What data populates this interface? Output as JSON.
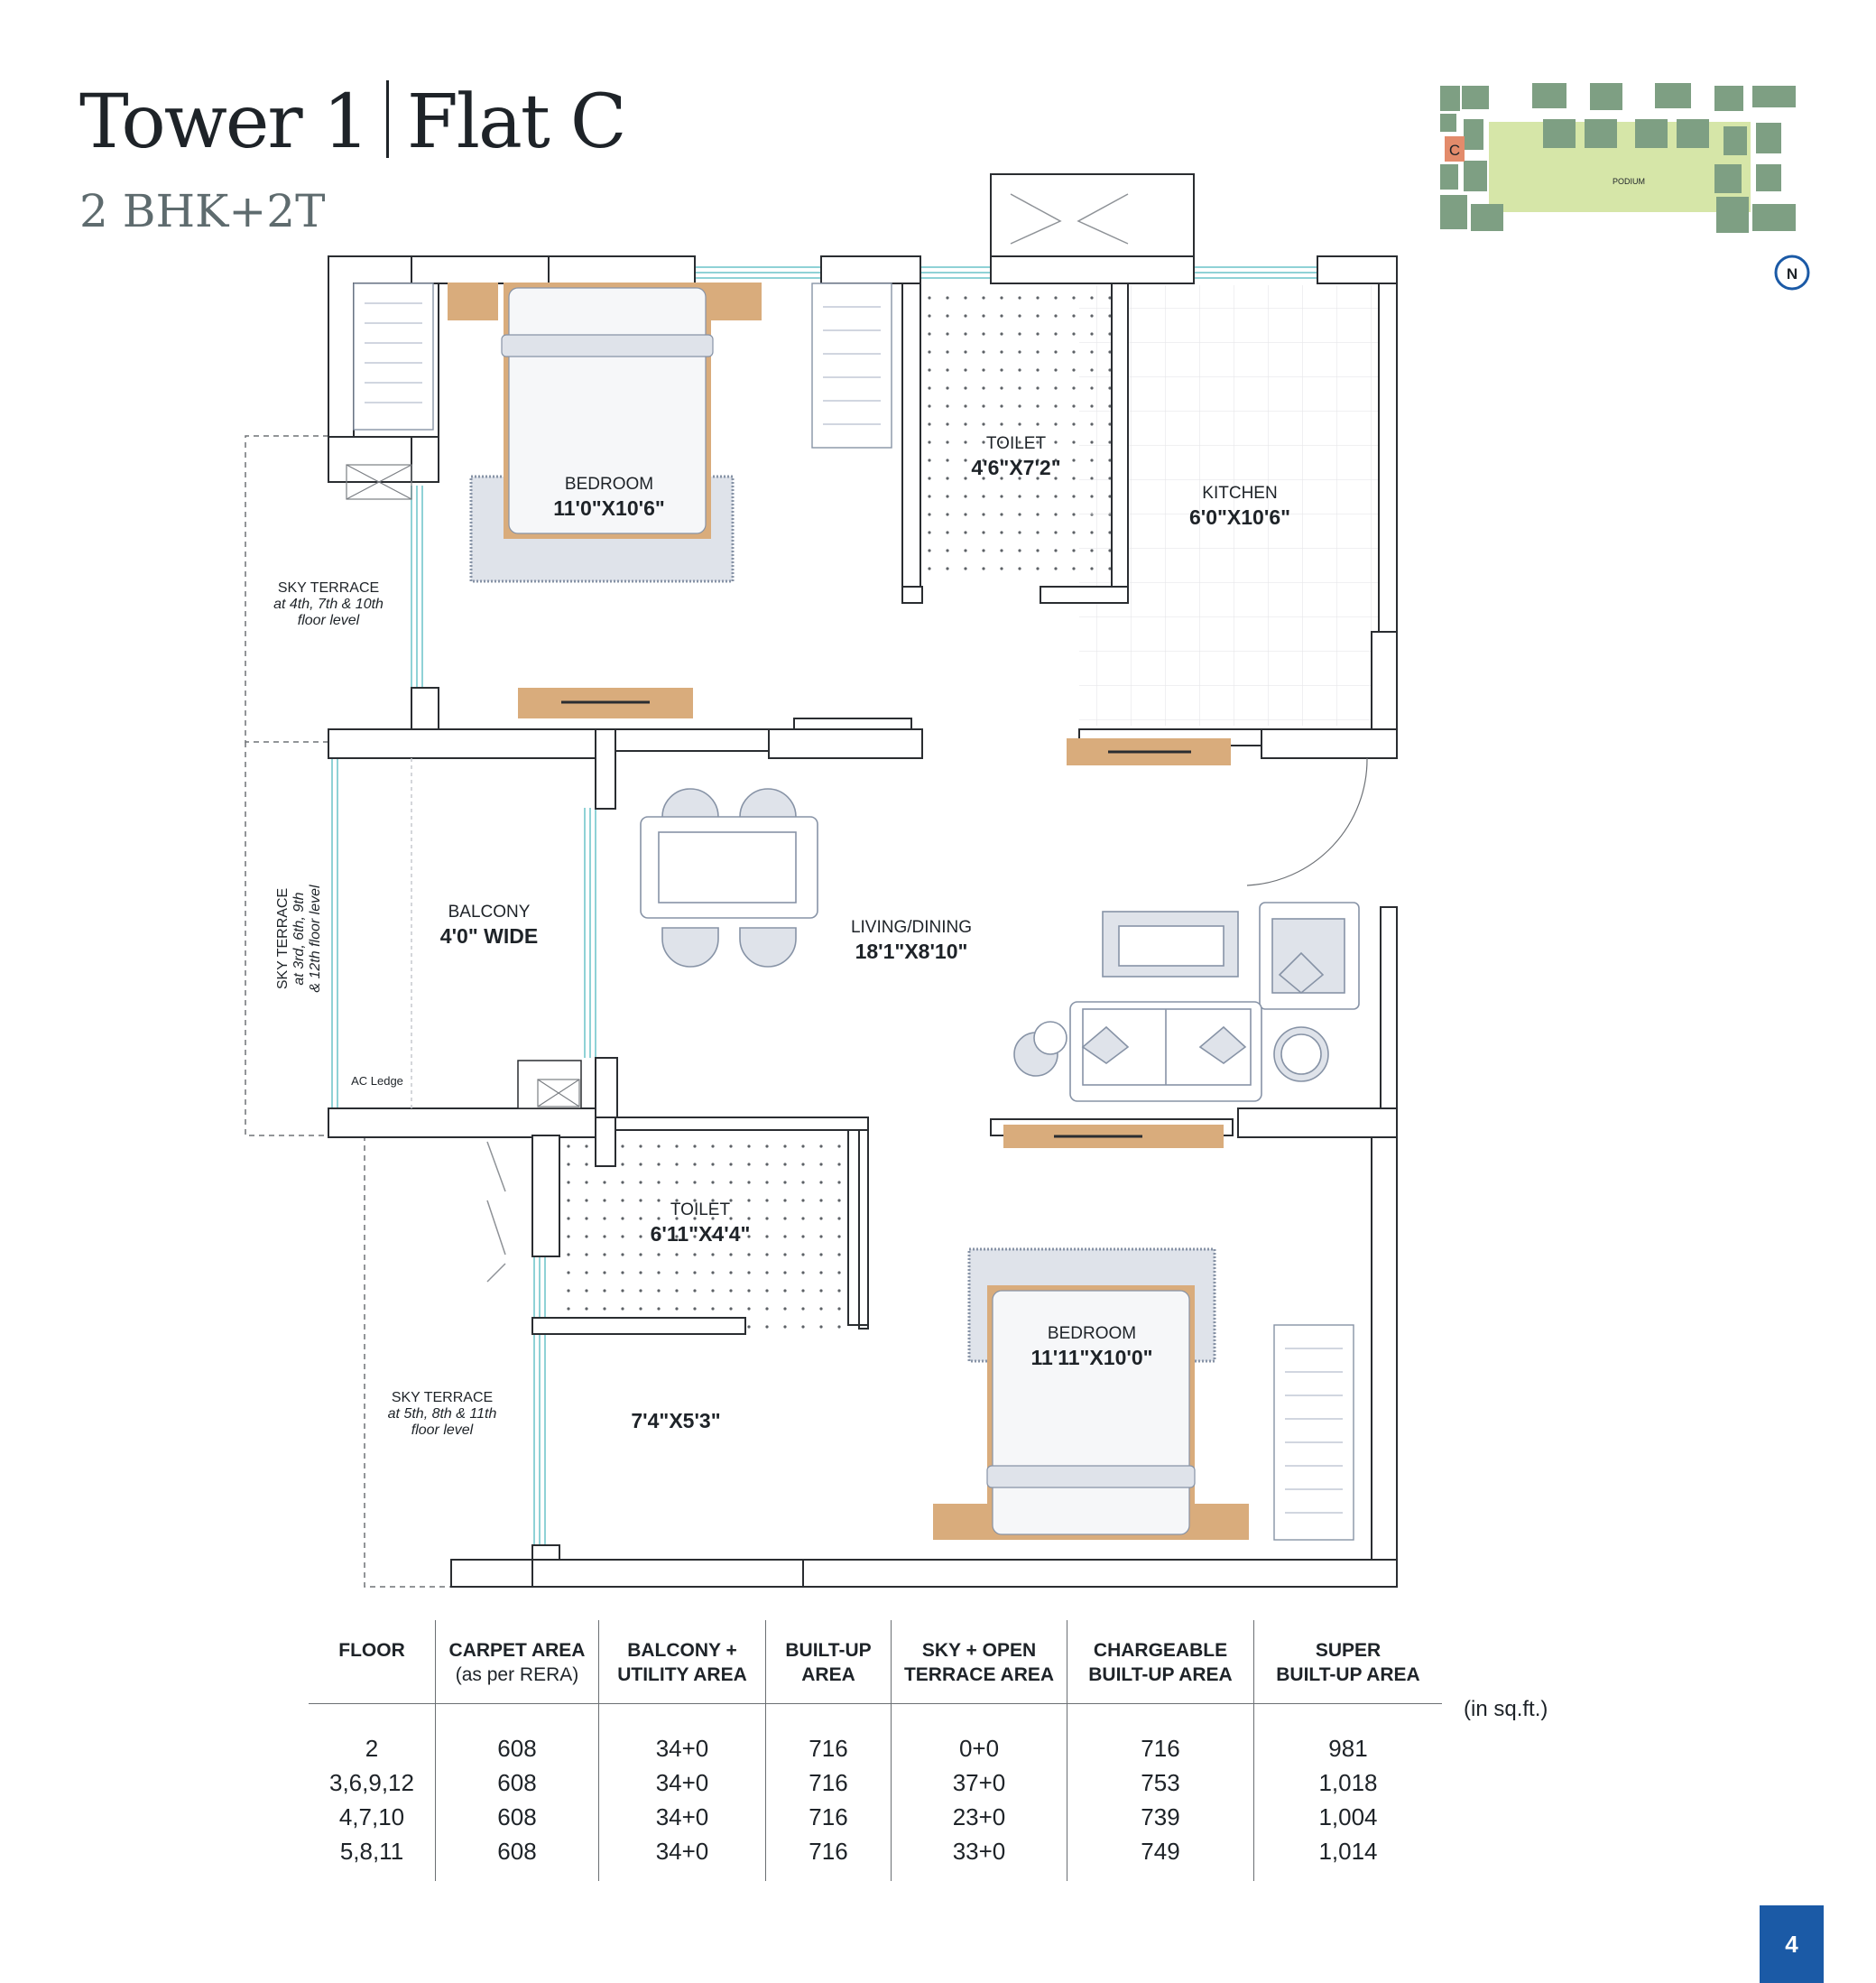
{
  "header": {
    "tower": "Tower 1",
    "flat": "Flat C",
    "config": "2 BHK+2T"
  },
  "key_plan": {
    "podium_label": "PODIUM",
    "flat_marker": "C",
    "north_label": "N"
  },
  "rooms": {
    "bedroom1": {
      "name": "BEDROOM",
      "size": "11'0\"X10'6\""
    },
    "toilet1": {
      "name": "TOILET",
      "size": "4'6\"X7'2\""
    },
    "kitchen": {
      "name": "KITCHEN",
      "size": "6'0\"X10'6\""
    },
    "balcony": {
      "name": "BALCONY",
      "size": "4'0\" WIDE"
    },
    "living": {
      "name": "LIVING/DINING",
      "size": "18'1\"X8'10\""
    },
    "toilet2": {
      "name": "TOILET",
      "size": "6'11\"X4'4\""
    },
    "bedroom2": {
      "name": "BEDROOM",
      "size": "11'11\"X10'0\""
    },
    "utility": {
      "size": "7'4\"X5'3\""
    }
  },
  "sky_terraces": {
    "t1": {
      "line1": "SKY TERRACE",
      "line2": "at 4th, 7th & 10th",
      "line3": "floor level"
    },
    "t2": {
      "line1": "SKY TERRACE",
      "line2": "at 3rd, 6th, 9th",
      "line3": "& 12th floor level"
    },
    "t3": {
      "line1": "SKY TERRACE",
      "line2": "at 5th, 8th & 11th",
      "line3": "floor level"
    }
  },
  "ac_ledge": "AC Ledge",
  "area_table": {
    "headers": {
      "floor": "FLOOR",
      "carpet": "CARPET AREA",
      "carpet_sub": "(as per RERA)",
      "balcony_l1": "BALCONY +",
      "balcony_l2": "UTILITY AREA",
      "builtup_l1": "BUILT-UP",
      "builtup_l2": "AREA",
      "sky_l1": "SKY + OPEN",
      "sky_l2": "TERRACE AREA",
      "charge_l1": "CHARGEABLE",
      "charge_l2": "BUILT-UP AREA",
      "super_l1": "SUPER",
      "super_l2": "BUILT-UP AREA"
    },
    "unit": "(in sq.ft.)",
    "rows": [
      {
        "floor": "2",
        "carpet": "608",
        "balcony": "34+0",
        "builtup": "716",
        "terrace": "0+0",
        "chargeable": "716",
        "super": "981"
      },
      {
        "floor": "3,6,9,12",
        "carpet": "608",
        "balcony": "34+0",
        "builtup": "716",
        "terrace": "37+0",
        "chargeable": "753",
        "super": "1,018"
      },
      {
        "floor": "4,7,10",
        "carpet": "608",
        "balcony": "34+0",
        "builtup": "716",
        "terrace": "23+0",
        "chargeable": "739",
        "super": "1,004"
      },
      {
        "floor": "5,8,11",
        "carpet": "608",
        "balcony": "34+0",
        "builtup": "716",
        "terrace": "33+0",
        "chargeable": "749",
        "super": "1,014"
      }
    ]
  },
  "page_number": "4",
  "colors": {
    "wall_stroke": "#2a2d31",
    "furniture_wood": "#d9ac7c",
    "furniture_line": "#8793a6",
    "glass": "#8fd2d6",
    "podium_green": "#d6e6a8",
    "tower_green": "#7e9f83",
    "accent_blue": "#1b5aa6"
  }
}
